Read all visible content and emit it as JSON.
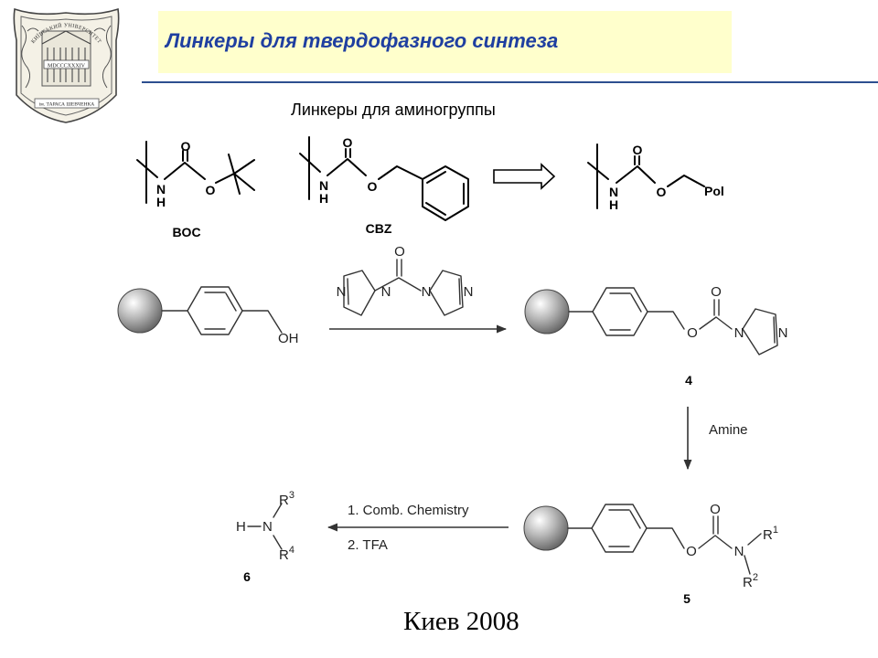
{
  "header": {
    "title": "Линкеры для твердофазного синтеза",
    "logo_text_top": "КИЇВСЬКИЙ УНІВЕРСИТЕТ",
    "logo_text_mid": "MDCCCXXXIV",
    "logo_text_bottom": "ім. ТАРАСА ШЕВЧЕНКА"
  },
  "section_title": "Линкеры для аминогруппы",
  "linkers": {
    "boc": {
      "o_top": "O",
      "o_ester": "O",
      "n": "N",
      "h": "H",
      "label": "BOC"
    },
    "cbz": {
      "o_top": "O",
      "o_ester": "O",
      "n": "N",
      "h": "H",
      "label": "CBZ"
    },
    "pol": {
      "o_top": "O",
      "o_ester": "O",
      "n": "N",
      "h": "H",
      "tail": "Pol"
    }
  },
  "scheme": {
    "start_oh": "OH",
    "reagent": {
      "o": "O",
      "n1": "N",
      "n2": "N",
      "n3": "N",
      "n4": "N"
    },
    "product4": {
      "o_carbonyl": "O",
      "o_ester": "O",
      "n1": "N",
      "n2": "N",
      "number": "4"
    },
    "step_amine": "Amine",
    "product5": {
      "o_carbonyl": "O",
      "o_ester": "O",
      "n": "N",
      "r1": "R",
      "r1_sup": "1",
      "r2": "R",
      "r2_sup": "2",
      "number": "5"
    },
    "steps_to_6": [
      "1. Comb. Chemistry",
      "2. TFA"
    ],
    "product6": {
      "h": "H",
      "n": "N",
      "r3": "R",
      "r3_sup": "3",
      "r4": "R",
      "r4_sup": "4",
      "number": "6"
    }
  },
  "footer": "Киев 2008"
}
